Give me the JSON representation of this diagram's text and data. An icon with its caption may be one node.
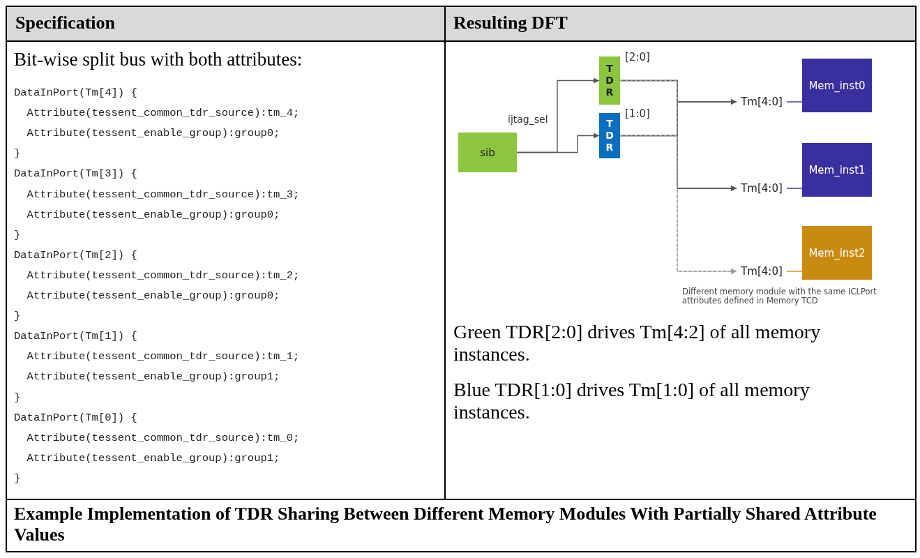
{
  "diagram": {
    "caption": "Example Implementation of TDR Sharing Between Different Memory Modules With Partially Shared Attribute Values",
    "nodes": [
      {
        "text": [
          "sib"
        ]
      },
      {
        "text": [
          "TDR"
        ],
        "beside": [
          "[2:0]"
        ]
      },
      {
        "text": [
          "TDR"
        ],
        "beside": [
          "[1:0]"
        ]
      },
      {
        "text": [
          "Tm[4:0]"
        ]
      },
      {
        "text": [
          "Mem_inst0"
        ]
      },
      {
        "text": [
          "Tm[4:0]"
        ]
      },
      {
        "text": [
          "Mem_inst1"
        ]
      },
      {
        "text": [
          "Tm[4:0]"
        ]
      },
      {
        "text": [
          "Mem_inst2"
        ],
        "beside": [
          "Different memory module with the same ICLPort attributes defined in Memory TCD"
        ]
      }
    ],
    "edges": [
      {
        "from": 0,
        "to": 1,
        "arrow": "to"
      },
      {
        "from": 0,
        "to": 2,
        "arrow": "to"
      },
      {
        "from": 1,
        "to": 3,
        "arrow": "to"
      },
      {
        "from": 2,
        "to": 3,
        "arrow": "to"
      },
      {
        "from": 1,
        "to": 5,
        "arrow": "to"
      },
      {
        "from": 2,
        "to": 5,
        "arrow": "to"
      },
      {
        "from": 1,
        "to": 7,
        "arrow": "to",
        "style": "dashed",
        "color": "#999999"
      },
      {
        "from": 2,
        "to": 7,
        "arrow": "to",
        "style": "dashed",
        "color": "#999999"
      },
      {
        "from": 3,
        "to": 4,
        "arrow": "none",
        "color": "#3a2f9e"
      },
      {
        "from": 5,
        "to": 6,
        "arrow": "none",
        "color": "#3a2f9e"
      },
      {
        "from": 7,
        "to": 8,
        "arrow": "none",
        "color": "#d08a10"
      }
    ],
    "labels": [
      "Specification",
      "Resulting DFT",
      "Bit-wise split bus with both attributes:",
      "DataInPort(Tm[4]) {",
      "  Attribute(tessent_common_tdr_source):tm_4;",
      "  Attribute(tessent_enable_group):group0;",
      "}",
      "DataInPort(Tm[3]) {",
      "  Attribute(tessent_common_tdr_source):tm_3;",
      "  Attribute(tessent_enable_group):group0;",
      "}",
      "DataInPort(Tm[2]) {",
      "  Attribute(tessent_common_tdr_source):tm_2;",
      "  Attribute(tessent_enable_group):group0;",
      "}",
      "DataInPort(Tm[1]) {",
      "  Attribute(tessent_common_tdr_source):tm_1;",
      "  Attribute(tessent_enable_group):group1;",
      "}",
      "DataInPort(Tm[0]) {",
      "  Attribute(tessent_common_tdr_source):tm_0;",
      "  Attribute(tessent_enable_group):group1;",
      "}",
      "ijtag_sel",
      "Green TDR[2:0] drives Tm[4:2] of all memory instances.",
      "Blue TDR[1:0] drives Tm[1:0] of all memory instances."
    ]
  }
}
